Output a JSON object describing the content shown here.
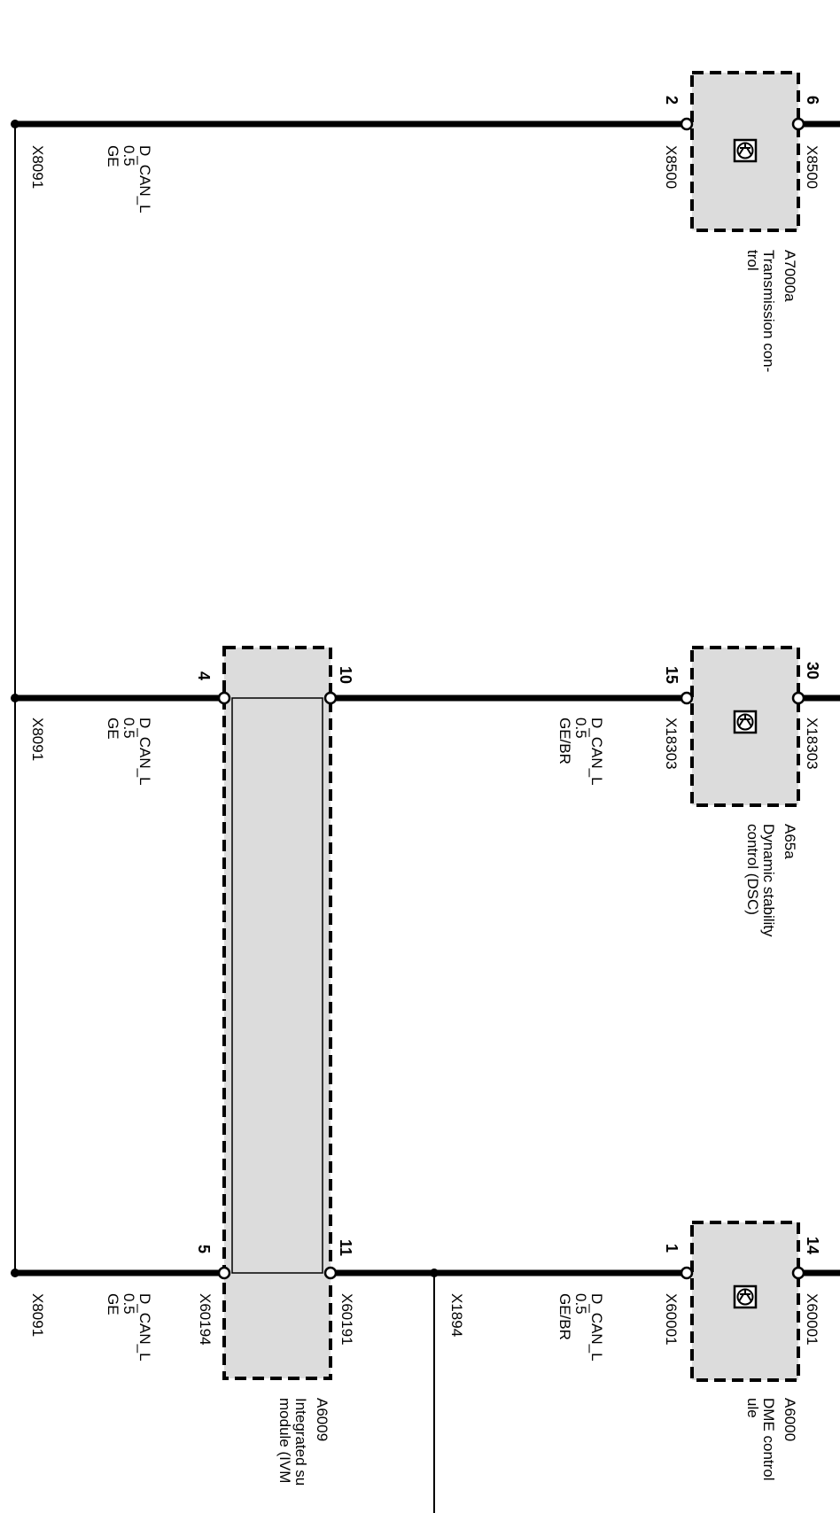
{
  "colors": {
    "wire": "#000000",
    "module_fill": "#dcdcdc",
    "background": "#ffffff"
  },
  "modules": {
    "a7000a": {
      "code": "A7000a",
      "name_line1": "Transmission con-",
      "name_line2": "trol",
      "icon": "transistor-icon"
    },
    "a65a": {
      "code": "A65a",
      "name_line1": "Dynamic stability",
      "name_line2": "control (DSC)",
      "icon": "transistor-icon"
    },
    "a6000": {
      "code": "A6000",
      "name_line1": "DME control",
      "name_line2": "ule",
      "icon": "transistor-icon"
    },
    "a6009": {
      "code": "A6009",
      "name_line1": "Integrated su",
      "name_line2": "module (IVM"
    }
  },
  "pins": {
    "tc_in": "2",
    "tc_out": "6",
    "dsc_in": "15",
    "dsc_out": "30",
    "dme_in": "1",
    "dme_out": "14",
    "ivm_p4": "4",
    "ivm_p10": "10",
    "ivm_p5": "5",
    "ivm_p11": "11"
  },
  "connectors": {
    "tc_in": "X8500",
    "tc_out": "X8500",
    "dsc_in": "X18303",
    "dsc_out": "X18303",
    "dme_in": "X60001",
    "dme_out": "X60001",
    "ivm_a": "X60191",
    "ivm_b": "X60194",
    "splice": "X1894",
    "ground1": "X8091",
    "ground2": "X8091",
    "ground3": "X8091"
  },
  "wires": {
    "w1": {
      "signal": "D_CAN_L",
      "size": "0.5",
      "color": "GE"
    },
    "w2": {
      "signal": "D_CAN_L",
      "size": "0.5",
      "color": "GE/BR"
    },
    "w3": {
      "signal": "D_CAN_L",
      "size": "0.5",
      "color": "GE"
    },
    "w4": {
      "signal": "D_CAN_L",
      "size": "0.5",
      "color": "GE/BR"
    },
    "w5": {
      "signal": "D_CAN_L",
      "size": "0.5",
      "color": "GE"
    }
  }
}
